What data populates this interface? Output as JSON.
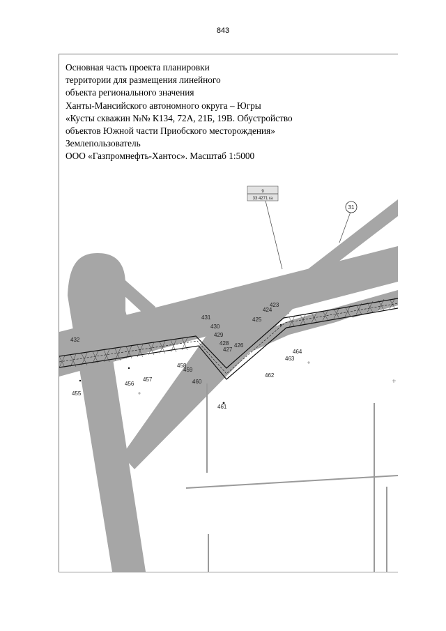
{
  "page": {
    "number": "843"
  },
  "title": {
    "lines": [
      "Основная часть проекта планировки",
      "территории для размещения линейного",
      "объекта регионального значения",
      "Ханты-Мансийского автономного округа – Югры",
      "«Кусты скважин №№ К134, 72А, 21Б, 19В. Обустройство",
      "объектов Южной части Приобского месторождения»",
      "Землепользователь",
      "ООО «Газпромнефть-Хантос». Масштаб 1:5000"
    ]
  },
  "map": {
    "callout": {
      "number": "9",
      "area": "33 4271 га"
    },
    "circle_label": "31",
    "points": [
      "423",
      "424",
      "425",
      "426",
      "427",
      "428",
      "429",
      "430",
      "431",
      "432",
      "455",
      "456",
      "457",
      "458",
      "459",
      "460",
      "461",
      "462",
      "463",
      "464"
    ],
    "colors": {
      "corridor": "#a6a6a6",
      "line": "#111111",
      "background": "#ffffff"
    }
  }
}
